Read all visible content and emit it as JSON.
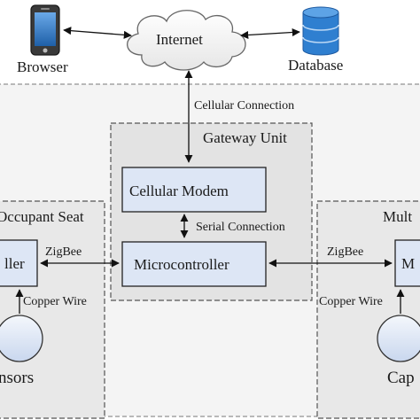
{
  "nodes": {
    "browser": "Browser",
    "internet": "Internet",
    "database": "Database",
    "gateway_unit": "Gateway Unit",
    "cellular_modem": "Cellular Modem",
    "microcontroller": "Microcontroller",
    "left_microcontroller_fragment": "ller",
    "right_microcontroller_fragment": "M",
    "occupant_seat": "Occupant Seat",
    "right_group": "Mult",
    "left_sensors": "nsors",
    "right_sensors": "Cap"
  },
  "edges": {
    "cellular_connection": "Cellular Connection",
    "serial_connection": "Serial Connection",
    "zigbee_left": "ZigBee",
    "zigbee_right": "ZigBee",
    "copper_wire_left": "Copper Wire",
    "copper_wire_right": "Copper Wire"
  },
  "icons": {
    "browser": "smartphone-icon",
    "internet": "cloud-icon",
    "database": "database-icon",
    "sensor": "circle-sensor-icon"
  },
  "colors": {
    "box_fill": "#dde6f5",
    "box_stroke": "#222222",
    "group_fill": "#efefef",
    "gateway_fill": "#e4e4e4",
    "db_blue": "#2f7fd0",
    "sensor_fill": "#d8e3f3"
  }
}
